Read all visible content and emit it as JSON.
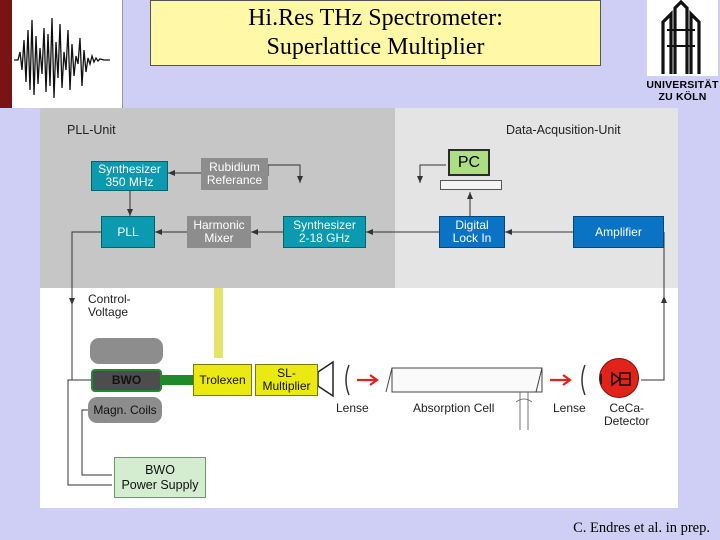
{
  "header": {
    "title_line1": "Hi.Res THz Spectrometer:",
    "title_line2": "Superlattice Multiplier",
    "university_line1": "UNIVERSITÄT",
    "university_line2": "ZU KÖLN"
  },
  "zones": {
    "pll": "PLL-Unit",
    "daq": "Data-Acqusition-Unit"
  },
  "blocks": {
    "synth350_l1": "Synthesizer",
    "synth350_l2": "350 MHz",
    "rubidium_l1": "Rubidium",
    "rubidium_l2": "Referance",
    "pc": "PC",
    "pll": "PLL",
    "harmonic_l1": "Harmonic",
    "harmonic_l2": "Mixer",
    "synth218_l1": "Synthesizer",
    "synth218_l2": "2-18 GHz",
    "lockin_l1": "Digital",
    "lockin_l2": "Lock In",
    "amplifier": "Amplifier",
    "control_l1": "Control-",
    "control_l2": "Voltage",
    "bwo": "BWO",
    "coils": "Magn. Coils",
    "trolexen": "Trolexen",
    "sl_l1": "SL-",
    "sl_l2": "Multiplier",
    "lense1": "Lense",
    "absorption": "Absorption Cell",
    "lense2": "Lense",
    "detector_l1": "CeCa-",
    "detector_l2": "Detector",
    "psu_l1": "BWO",
    "psu_l2": "Power Supply"
  },
  "credit": "C. Endres et al. in prep.",
  "colors": {
    "slide_bg": "#cfcff5",
    "title_bg": "#fff8a6",
    "pll_zone": "#c6c6c6",
    "daq_zone": "#e4e4e4",
    "teal_block": "#0c9ab0",
    "blue_block": "#0a73c4",
    "yellow_block": "#eaea12",
    "detector_red": "#e2231a",
    "beam_arrow": "#e0221a",
    "psu_green": "#d4ecd0"
  }
}
